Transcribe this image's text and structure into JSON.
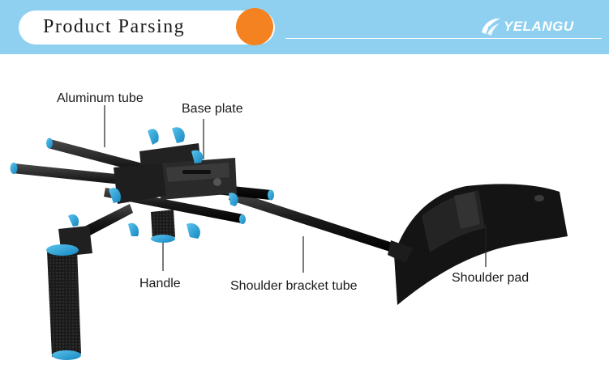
{
  "header": {
    "title": "Product Parsing",
    "brand": "YELANGU",
    "banner_color": "#8fd0f0",
    "accent_color": "#f58220"
  },
  "callouts": {
    "aluminum_tube": "Aluminum tube",
    "base_plate": "Base plate",
    "handle": "Handle",
    "shoulder_bracket_tube": "Shoulder bracket tube",
    "shoulder_pad": "Shoulder pad"
  },
  "colors": {
    "tube": "#1c1c1c",
    "anodized_blue": "#2aa8df",
    "pad": "#141414"
  }
}
